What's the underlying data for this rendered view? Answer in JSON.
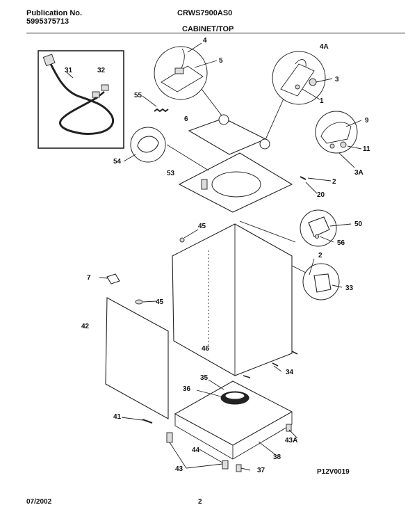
{
  "header": {
    "publication_label": "Publication No.",
    "publication_number": "5995375713",
    "model": "CRWS7900AS0",
    "section": "CABINET/TOP"
  },
  "footer": {
    "date": "07/2002",
    "page": "2",
    "figure_code": "P12V0019"
  },
  "callouts": [
    "31",
    "32",
    "4",
    "5",
    "4A",
    "3",
    "1",
    "55",
    "6",
    "9",
    "11",
    "3A",
    "54",
    "53",
    "2",
    "20",
    "45",
    "50",
    "56",
    "2",
    "7",
    "33",
    "45",
    "42",
    "46",
    "34",
    "35",
    "36",
    "41",
    "43A",
    "44",
    "38",
    "43",
    "37"
  ]
}
